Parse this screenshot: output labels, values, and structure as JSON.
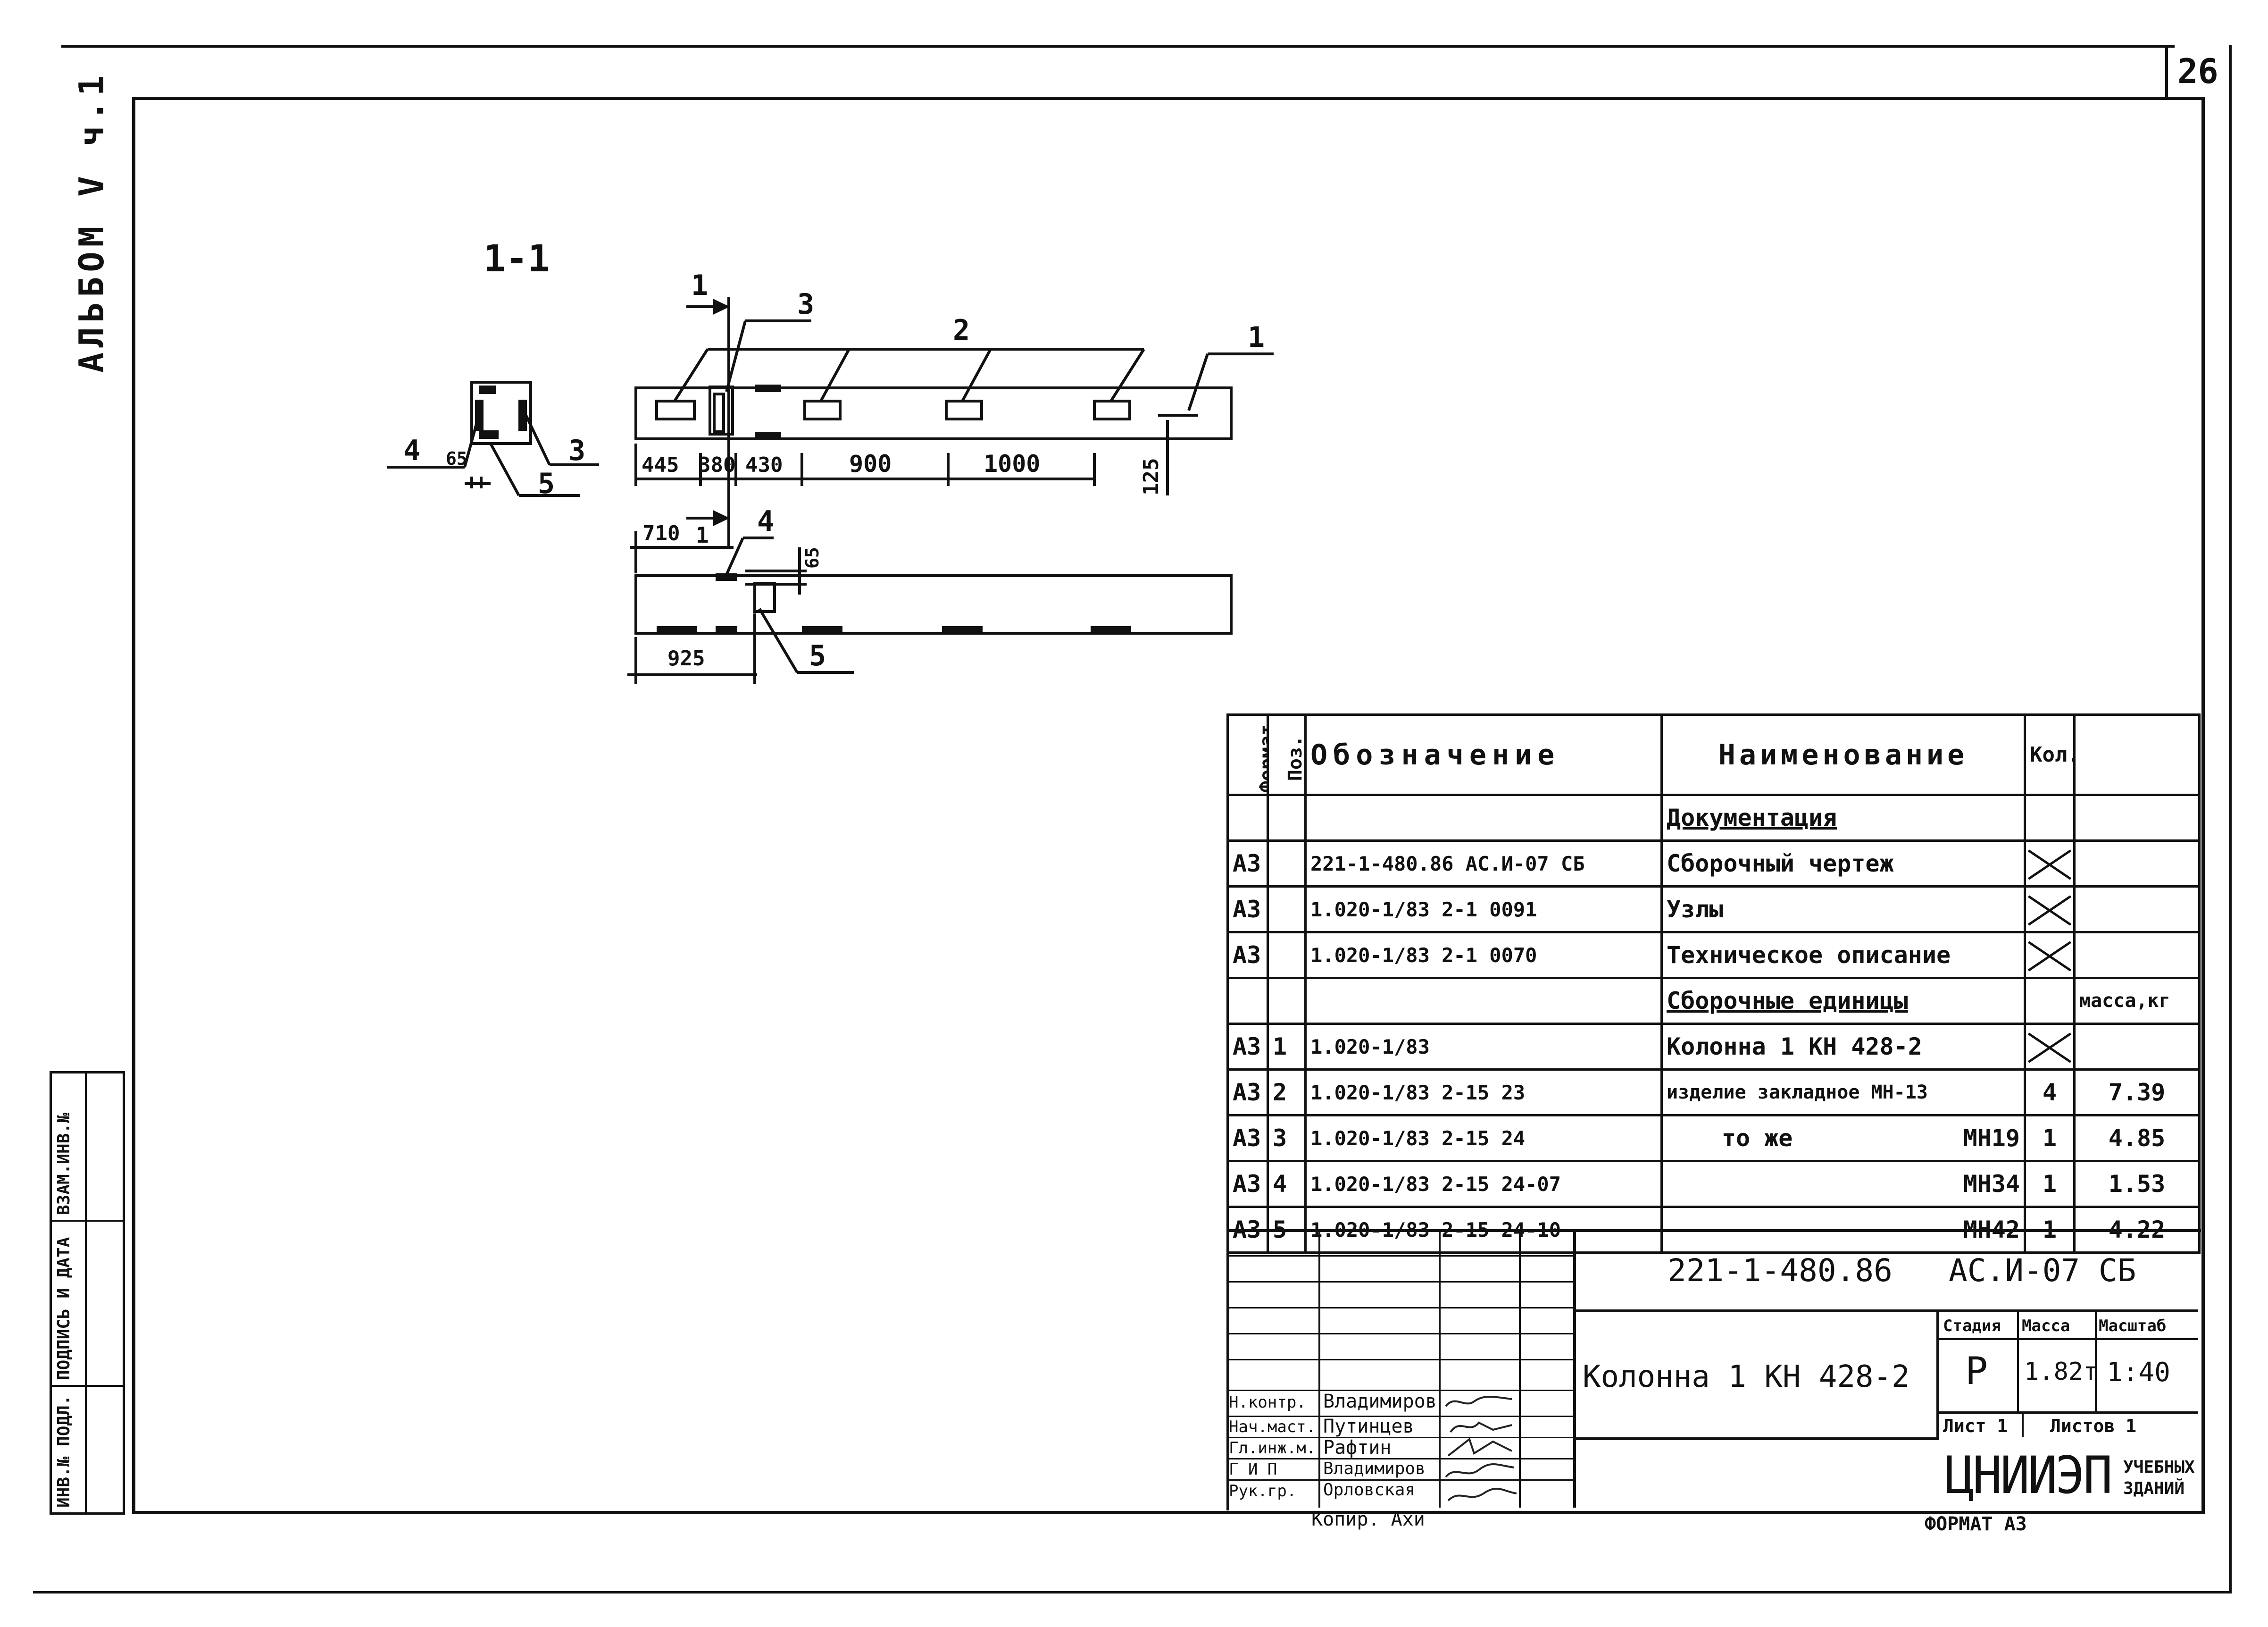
{
  "sheet_number": "26",
  "album_label": "АЛЬБОМ V ч.1",
  "side_stamps": [
    "ВЗАМ.ИНВ.№",
    "ПОДПИСЬ И ДАТА",
    "ИНВ.№ ПОДЛ."
  ],
  "drawing": {
    "section_label": "1-1",
    "callouts": {
      "pos1": "1",
      "pos2": "2",
      "pos3": "3",
      "pos4": "4",
      "pos5": "5",
      "cut_mark_top": "1",
      "cut_mark_bottom": "1",
      "sec_pos4": "4",
      "sec_pos5": "5",
      "sec_pos3": "3",
      "bot_pos4": "4",
      "bot_pos5": "5"
    },
    "dimensions": {
      "d445": "445",
      "d380": "380",
      "d430": "430",
      "d900": "900",
      "d1000": "1000",
      "d125": "125",
      "d710": "710",
      "d65": "65",
      "d65b": "65",
      "d925": "925"
    }
  },
  "spec_table": {
    "headers": {
      "format": "Формат",
      "pos": "Поз.",
      "designation": "Обозначение",
      "name": "Наименование",
      "qty": "Кол.",
      "note": ""
    },
    "rows": [
      {
        "format": "",
        "pos": "",
        "designation": "",
        "name": "Документация",
        "qty": "",
        "note": "",
        "underline": true
      },
      {
        "format": "А3",
        "pos": "",
        "designation": "221-1-480.86  АС.И-07 СБ",
        "name": "Сборочный чертеж",
        "qty": "",
        "note": "",
        "cross": true
      },
      {
        "format": "А3",
        "pos": "",
        "designation": "1.020-1/83  2-1   0091",
        "name": "Узлы",
        "qty": "",
        "note": "",
        "cross": true
      },
      {
        "format": "А3",
        "pos": "",
        "designation": "1.020-1/83  2-1   0070",
        "name": "Техническое описание",
        "qty": "",
        "note": "",
        "cross": true
      },
      {
        "format": "",
        "pos": "",
        "designation": "",
        "name": "Сборочные единицы",
        "qty": "",
        "note": "масса,кг",
        "underline": true
      },
      {
        "format": "А3",
        "pos": "1",
        "designation": "1.020-1/83",
        "name": "Колонна 1 КН 428-2",
        "qty": "",
        "note": "",
        "cross": true
      },
      {
        "format": "А3",
        "pos": "2",
        "designation": "1.020-1/83  2-15   23",
        "name": "изделие закладное МН-13",
        "qty": "4",
        "note": "7.39"
      },
      {
        "format": "А3",
        "pos": "3",
        "designation": "1.020-1/83  2-15   24",
        "name": "то же            МН19",
        "qty": "1",
        "note": "4.85"
      },
      {
        "format": "А3",
        "pos": "4",
        "designation": "1.020-1/83  2-15  24-07",
        "name": "МН34",
        "qty": "1",
        "note": "1.53"
      },
      {
        "format": "А3",
        "pos": "5",
        "designation": "1.020-1/83  2-15  24-10",
        "name": "МН42",
        "qty": "1",
        "note": "4.22"
      }
    ]
  },
  "title_block": {
    "code": "221-1-480.86   АС.И-07 СБ",
    "title": "Колонна 1 КН 428-2",
    "stage_label": "Стадия",
    "mass_label": "Масса",
    "scale_label": "Масштаб",
    "stage": "Р",
    "mass": "1.82т",
    "scale": "1:40",
    "sheet_label": "Лист 1",
    "sheets_label": "Листов 1",
    "org_logo": "ЦНИИЭП",
    "org_name_1": "УЧЕБНЫХ",
    "org_name_2": "ЗДАНИЙ",
    "signatures": [
      {
        "role": "Н.контр.",
        "name": "Владимиров"
      },
      {
        "role": "Нач.маст.",
        "name": "Путинцев"
      },
      {
        "role": "Гл.инж.м.",
        "name": "Рафтин"
      },
      {
        "role": "Г И П",
        "name": "Владимиров"
      },
      {
        "role": "Рук.гр.",
        "name": "Орловская"
      }
    ],
    "copied_by": "Копир. Ахи",
    "format_label": "ФОРМАТ А3"
  }
}
